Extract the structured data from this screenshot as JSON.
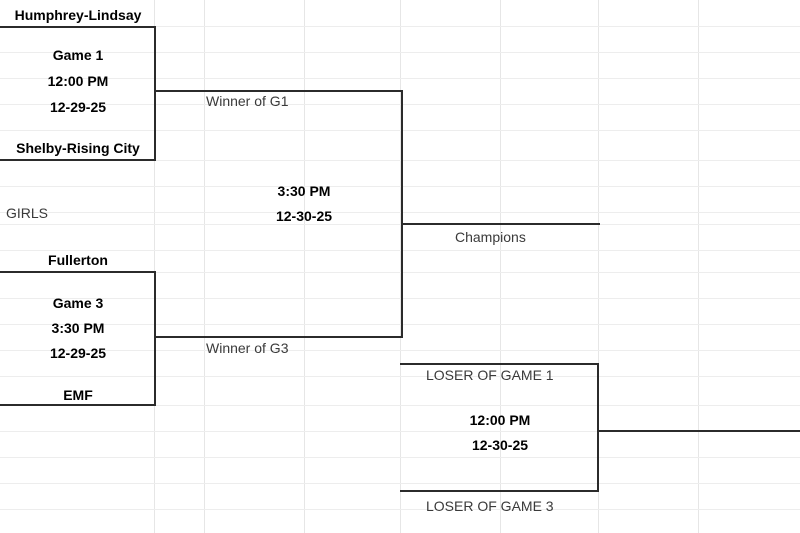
{
  "bracket": {
    "division_label": "GIRLS",
    "upper_semifinal_1": {
      "top_seed": "Humphrey-Lindsay",
      "bottom_seed": "Shelby-Rising City",
      "game_label": "Game 1",
      "time": "12:00 PM",
      "date": "12-29-25"
    },
    "upper_semifinal_2": {
      "top_seed": "Fullerton",
      "bottom_seed": "EMF",
      "game_label": "Game 3",
      "time": "3:30 PM",
      "date": "12-29-25"
    },
    "championship": {
      "top_slot": "Winner of G1",
      "bottom_slot": "Winner of G3",
      "time": "3:30 PM",
      "date": "12-30-25",
      "result_slot": "Champions"
    },
    "consolation": {
      "top_slot": "LOSER OF GAME 1",
      "bottom_slot": "LOSER OF GAME 3",
      "time": "12:00 PM",
      "date": "12-30-25"
    }
  }
}
